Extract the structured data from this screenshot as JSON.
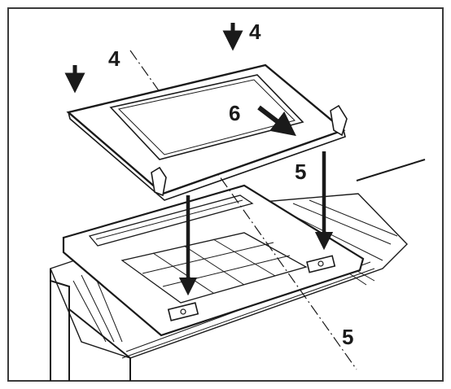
{
  "labels": {
    "press_left": "4",
    "press_right": "4",
    "slide": "6",
    "place_right": "5",
    "place_front": "5"
  },
  "colors": {
    "line": "#1a1a1a",
    "frame": "#3a3a3a",
    "background": "#ffffff"
  },
  "icons": {
    "arrow": "down-arrow-icon"
  }
}
